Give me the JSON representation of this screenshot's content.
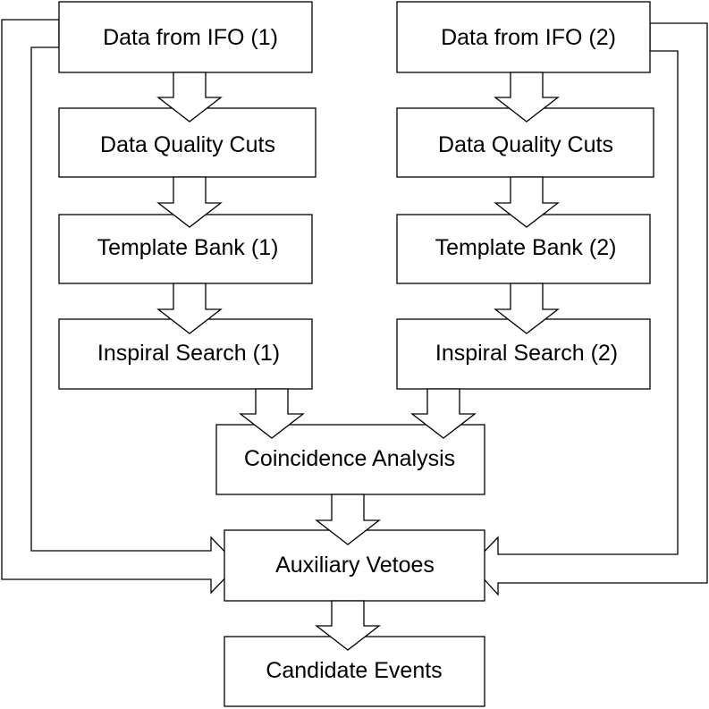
{
  "diagram": {
    "nodes": {
      "ifo1": "Data from IFO (1)",
      "ifo2": "Data from IFO (2)",
      "dq1": "Data Quality Cuts",
      "dq2": "Data Quality Cuts",
      "tb1": "Template Bank (1)",
      "tb2": "Template Bank (2)",
      "is1": "Inspiral Search (1)",
      "is2": "Inspiral Search (2)",
      "coinc": "Coincidence Analysis",
      "veto": "Auxiliary Vetoes",
      "cand": "Candidate Events"
    },
    "edges": [
      [
        "ifo1",
        "dq1"
      ],
      [
        "dq1",
        "tb1"
      ],
      [
        "tb1",
        "is1"
      ],
      [
        "is1",
        "coinc"
      ],
      [
        "ifo2",
        "dq2"
      ],
      [
        "dq2",
        "tb2"
      ],
      [
        "tb2",
        "is2"
      ],
      [
        "is2",
        "coinc"
      ],
      [
        "coinc",
        "veto"
      ],
      [
        "ifo1",
        "veto"
      ],
      [
        "ifo2",
        "veto"
      ],
      [
        "veto",
        "cand"
      ]
    ]
  }
}
